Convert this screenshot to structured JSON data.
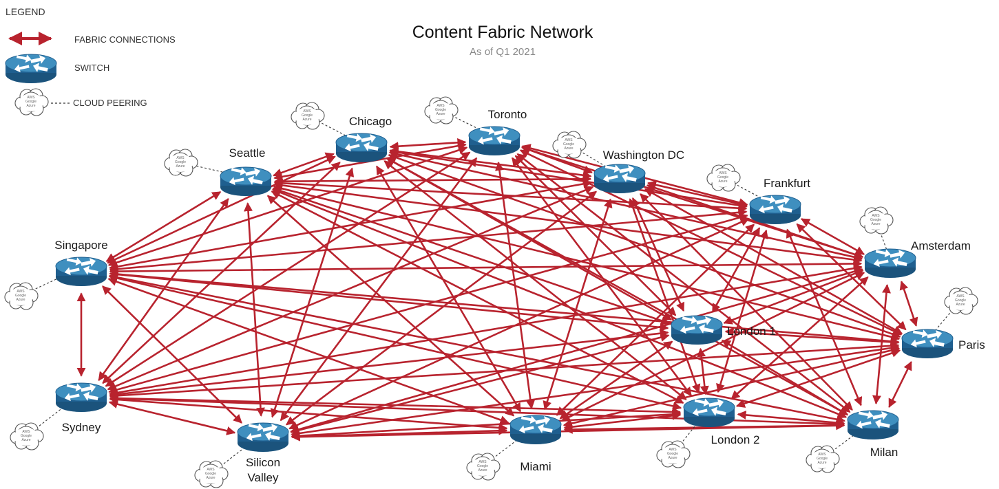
{
  "title": "Content Fabric Network",
  "subtitle": "As of Q1 2021",
  "legend": {
    "heading": "LEGEND",
    "fabric_label": "FABRIC CONNECTIONS",
    "switch_label": "SWITCH",
    "cloud_label": "CLOUD PEERING"
  },
  "cloud_lines": [
    "AWS",
    "Google",
    "Azure"
  ],
  "colors": {
    "connection": "#b8232e",
    "switch_top": "#3f8fbf",
    "switch_body": "#1f5f8f",
    "switch_dark": "#17486e"
  },
  "nodes": [
    {
      "id": "seattle",
      "name": "Seattle"
    },
    {
      "id": "chicago",
      "name": "Chicago"
    },
    {
      "id": "toronto",
      "name": "Toronto"
    },
    {
      "id": "washington",
      "name": "Washington DC"
    },
    {
      "id": "frankfurt",
      "name": "Frankfurt"
    },
    {
      "id": "singapore",
      "name": "Singapore"
    },
    {
      "id": "amsterdam",
      "name": "Amsterdam"
    },
    {
      "id": "london1",
      "name": "London 1"
    },
    {
      "id": "paris",
      "name": "Paris"
    },
    {
      "id": "sydney",
      "name": "Sydney"
    },
    {
      "id": "silicon",
      "name": "Silicon Valley"
    },
    {
      "id": "miami",
      "name": "Miami"
    },
    {
      "id": "london2",
      "name": "London 2"
    },
    {
      "id": "milan",
      "name": "Milan"
    }
  ]
}
